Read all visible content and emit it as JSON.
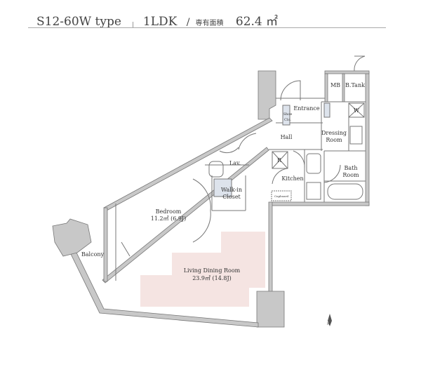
{
  "header": {
    "type_name": "S12-60W type",
    "layout": "1LDK",
    "slash": "/",
    "area_label": "専有面積",
    "area_value": "62.4",
    "area_unit": "㎡"
  },
  "rooms": {
    "bedroom": {
      "name": "Bedroom",
      "size": "11.2㎡ (6.9J)"
    },
    "ldr": {
      "name": "Living Dining Room",
      "size": "23.9㎡ (14.8J)"
    },
    "balcony": "Balcony",
    "walkin": [
      "Walk-in",
      "Closet"
    ],
    "lav": "Lav.",
    "hall": "Hall",
    "kitchen": "Kitchen",
    "entrance": "Entrance",
    "shoe": [
      "Shoe",
      "Clo."
    ],
    "dressing": [
      "Dressing",
      "Room"
    ],
    "bath": [
      "Bath",
      "Room"
    ],
    "mb": "MB",
    "btank": "B.Tank",
    "washer": "W",
    "fridge": "R",
    "cupboard": "Cupboard"
  },
  "compass": "N",
  "colors": {
    "wall": "#c8c8c8",
    "ldr_fill": "#f5e4e2",
    "line": "#666666"
  }
}
